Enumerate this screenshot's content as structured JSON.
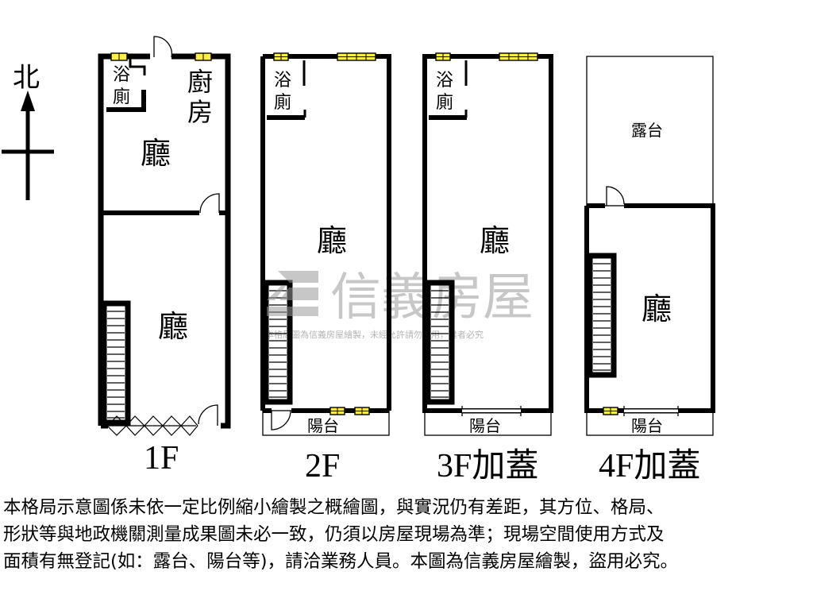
{
  "compass": {
    "label": "北"
  },
  "floors": [
    {
      "label": "1F",
      "rooms": {
        "bath_line1": "浴",
        "bath_line2": "廁",
        "kitchen_line1": "廚",
        "kitchen_line2": "房",
        "hall_upper": "廳",
        "hall_lower": "廳"
      }
    },
    {
      "label": "2F",
      "rooms": {
        "bath_line1": "浴",
        "bath_line2": "廁",
        "hall": "廳",
        "balcony": "陽台"
      }
    },
    {
      "label": "3F加蓋",
      "rooms": {
        "bath_line1": "浴",
        "bath_line2": "廁",
        "hall": "廳",
        "balcony": "陽台"
      }
    },
    {
      "label": "4F加蓋",
      "rooms": {
        "terrace": "露台",
        "hall": "廳",
        "balcony": "陽台"
      }
    }
  ],
  "watermark": {
    "brand": "信義房屋",
    "notice": "本格局圖為信義房屋繪製，未經允許請勿盜用，違者必究"
  },
  "disclaimer": [
    "本格局示意圖係未依一定比例縮小繪製之概繪圖，與實況仍有差距，其方位、格局、",
    "形狀等與地政機關測量成果圖未必一致，仍須以房屋現場為準；現場空間使用方式及",
    "面積有無登記(如：露台、陽台等)，請洽業務人員。本圖為信義房屋繪製，盜用必究。"
  ],
  "colors": {
    "wall": "#000000",
    "window": "#ffee44",
    "watermark": "#c8c8c8"
  }
}
